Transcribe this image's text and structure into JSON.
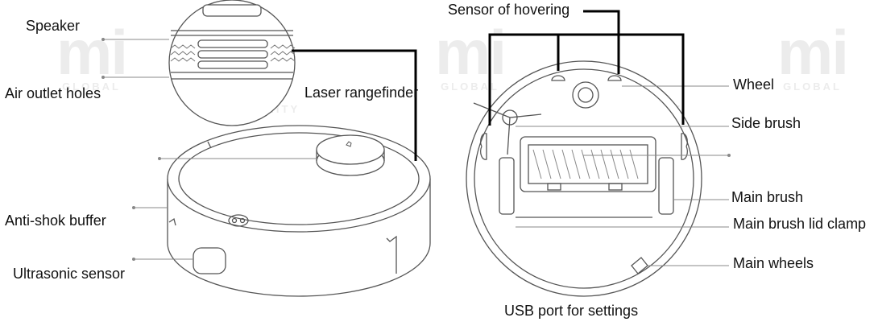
{
  "watermark": {
    "mark": "mi",
    "sub_global": "GLOBAL",
    "sub_community": "COMMUNITY"
  },
  "labels": {
    "speaker": "Speaker",
    "air_outlet_holes": "Air outlet holes",
    "laser_rangefinder": "Laser rangefinder",
    "anti_shok_buffer": "Anti-shok buffer",
    "ultrasonic_sensor": "Ultrasonic sensor",
    "sensor_of_hovering": "Sensor of hovering",
    "wheel": "Wheel",
    "side_brush": "Side brush",
    "main_brush": "Main brush",
    "main_brush_lid_clamp": "Main brush lid clamp",
    "main_wheels": "Main wheels",
    "usb_port_for_settings": "USB port for settings"
  },
  "colors": {
    "line": "#555555",
    "pointer": "#000000",
    "text": "#111111",
    "watermark": "#ececec"
  }
}
